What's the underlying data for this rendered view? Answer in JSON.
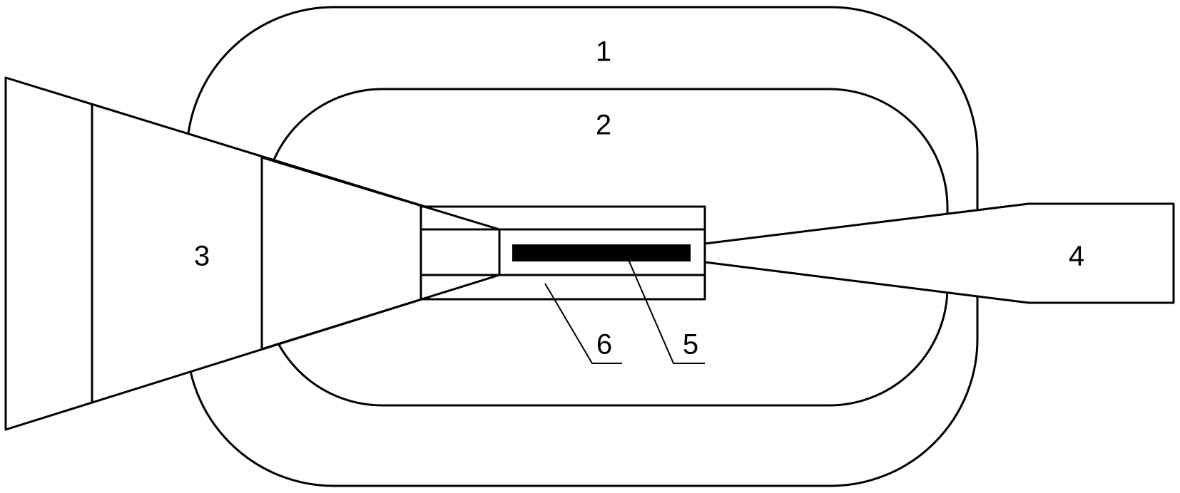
{
  "labels": {
    "outer_ring": "1",
    "inner_ring": "2",
    "inlet": "3",
    "outlet": "4",
    "element": "5",
    "channel": "6"
  },
  "colors": {
    "stroke": "#000000",
    "fill": "#ffffff",
    "element_fill": "#000000"
  }
}
